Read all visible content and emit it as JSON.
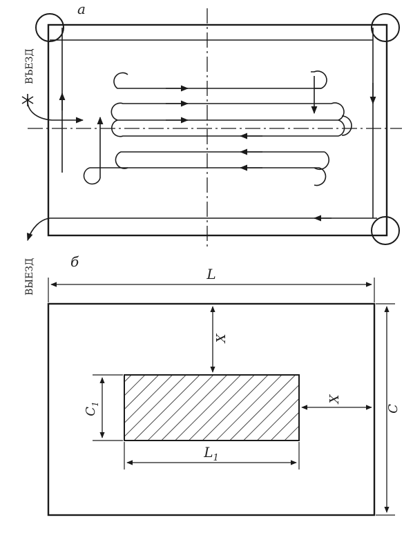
{
  "diagram_a": {
    "label": "а",
    "entry_label": "ВЪЕЗД",
    "exit_label": "ВЫЕЗД"
  },
  "diagram_b": {
    "label": "б",
    "dim_L": "L",
    "dim_C": "C",
    "dim_X_top": "X",
    "dim_X_side": "X",
    "dim_C1": "C",
    "dim_C1_sub": "1",
    "dim_L1": "L",
    "dim_L1_sub": "1"
  },
  "colors": {
    "ink": "#1a1a1a",
    "paper": "#ffffff"
  }
}
